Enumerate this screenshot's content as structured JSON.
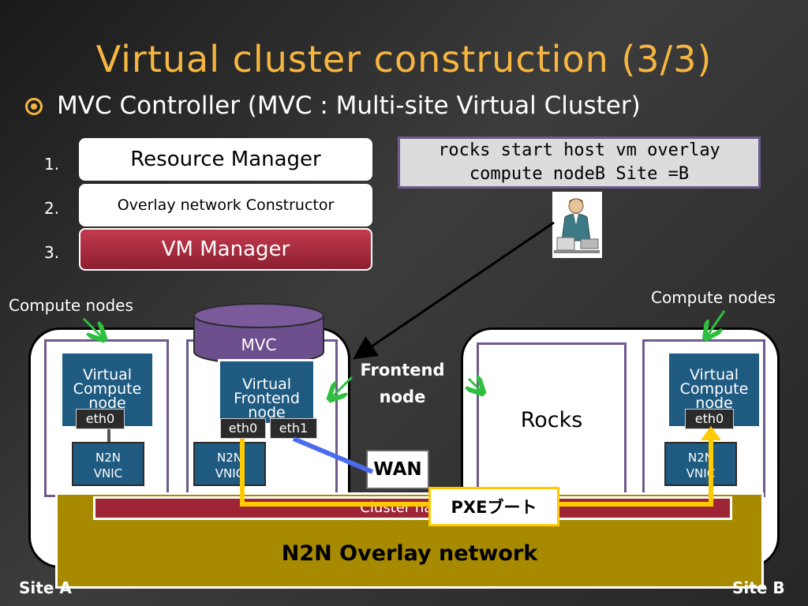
{
  "slide": {
    "title": "Virtual cluster construction (3/3)",
    "bullet": "MVC Controller (MVC : Multi-site Virtual Cluster)"
  },
  "modules": [
    {
      "num": "1.",
      "label": "Resource Manager"
    },
    {
      "num": "2.",
      "label": "Overlay network Constructor"
    },
    {
      "num": "3.",
      "label": "VM Manager"
    }
  ],
  "command": {
    "line1": "rocks start host vm overlay",
    "line2": "compute nodeB Site =B"
  },
  "diagram": {
    "site_a": {
      "label": "Site A",
      "compute_nodes_label": "Compute nodes",
      "mvc_label": "MVC",
      "virtual_compute": "Virtual\nCompute\nnode",
      "virtual_frontend": "Virtual\nFrontend\nnode",
      "eth0": "eth0",
      "eth1": "eth1",
      "n2n_vnic": "N2N\nVNIC"
    },
    "frontend_label": "Frontend\nnode",
    "wan_label": "WAN",
    "site_b": {
      "label": "Site B",
      "compute_nodes_label": "Compute nodes",
      "rocks_label": "Rocks",
      "virtual_compute": "Virtual\nCompute\nnode",
      "eth0": "eth0",
      "n2n_vnic": "N2N\nVNIC"
    },
    "cluster_name_label": "Cluster name (",
    "pxe_label": "PXEブート",
    "overlay_label": "N2N Overlay network"
  },
  "colors": {
    "title": "#f6b640",
    "vm_manager": "#a8283c",
    "cluster_bar": "#9e2535",
    "overlay": "#a88a00",
    "pxe_path": "#ffcb00",
    "wan_link": "#4a6cf0",
    "vnode": "#1f5a80",
    "mvc_db": "#6e4f8e",
    "arrow_green": "#2fbf3f"
  },
  "icons": [
    "bullet-circle-icon",
    "operator-person-icon",
    "database-cylinder-icon"
  ]
}
